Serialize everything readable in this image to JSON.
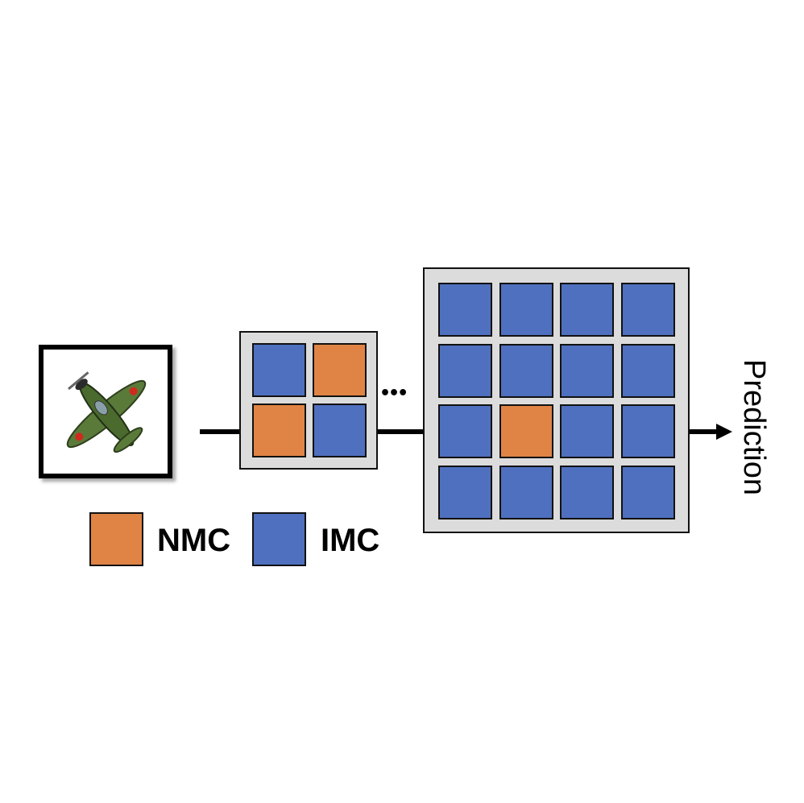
{
  "colors": {
    "nmc": "#e08445",
    "imc": "#4f70be",
    "panel": "#dcdcdc"
  },
  "input_image": {
    "icon": "airplane-icon"
  },
  "small_block": {
    "cells": [
      "IMC",
      "NMC",
      "NMC",
      "IMC"
    ]
  },
  "large_block": {
    "cells": [
      "IMC",
      "IMC",
      "IMC",
      "IMC",
      "IMC",
      "IMC",
      "IMC",
      "IMC",
      "IMC",
      "NMC",
      "IMC",
      "IMC",
      "IMC",
      "IMC",
      "IMC",
      "IMC"
    ]
  },
  "ellipsis": "•••",
  "output_label": "Prediction",
  "legend": {
    "nmc_label": "NMC",
    "imc_label": "IMC"
  }
}
